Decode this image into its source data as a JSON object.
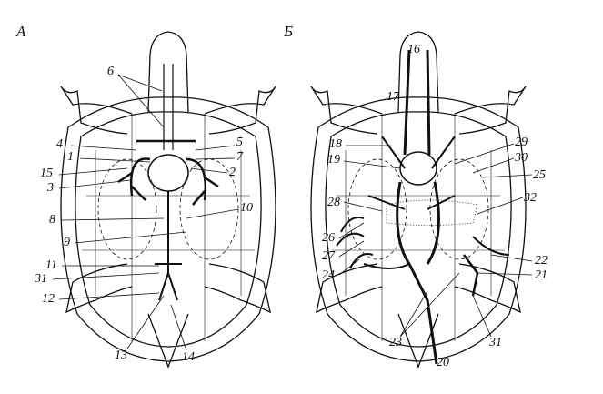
{
  "panel_a": {
    "title": "А",
    "labels": [
      "6",
      "5",
      "7",
      "4",
      "2",
      "1",
      "15",
      "3",
      "10",
      "8",
      "9",
      "11",
      "31",
      "12",
      "13",
      "14"
    ]
  },
  "panel_b": {
    "title": "Б",
    "labels": [
      "16",
      "17",
      "18",
      "19",
      "29",
      "30",
      "25",
      "28",
      "32",
      "26",
      "27",
      "22",
      "21",
      "24",
      "23",
      "20",
      "31"
    ]
  }
}
